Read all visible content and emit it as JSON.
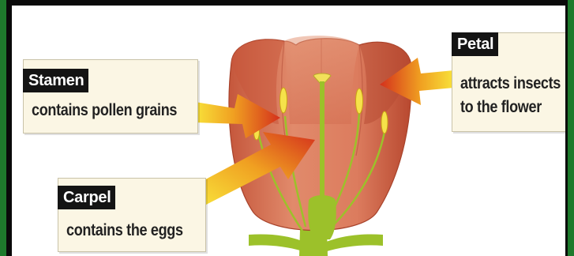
{
  "labels": {
    "stamen": {
      "title": "Stamen",
      "description": "contains pollen grains"
    },
    "petal": {
      "title": "Petal",
      "line1": "attracts insects",
      "line2": "to the flower"
    },
    "carpel": {
      "title": "Carpel",
      "description": "contains the eggs"
    }
  },
  "colors": {
    "frame_green": "#1e7a2c",
    "petal_fill": "#d9785a",
    "stem_green": "#9cc12a",
    "anther_yellow": "#f6e24a",
    "arrow_red": "#d8321c",
    "arrow_yellow": "#f6d21a",
    "label_bg": "#fbf6e4",
    "tag_bg": "#141414"
  }
}
